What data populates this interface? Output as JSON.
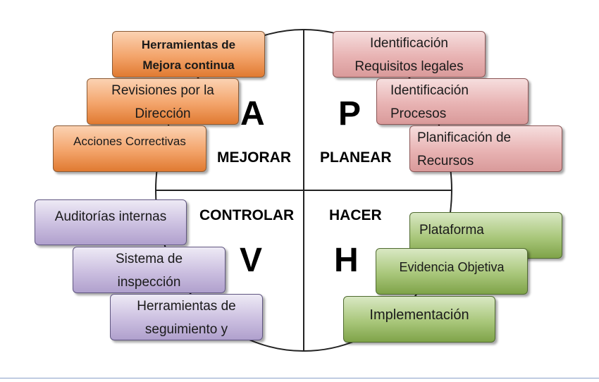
{
  "letters": {
    "act": "A",
    "plan": "P",
    "check": "V",
    "do": "H"
  },
  "quadrants": {
    "act": "MEJORAR",
    "plan": "PLANEAR",
    "check": "CONTROLAR",
    "do": "HACER"
  },
  "act_boxes": [
    {
      "lines": [
        "Herramientas  de",
        "Mejora continua"
      ]
    },
    {
      "lines": [
        "Revisiones  por la",
        "Dirección"
      ]
    },
    {
      "lines": [
        "Acciones Correctivas"
      ]
    }
  ],
  "plan_boxes": [
    {
      "lines": [
        "Identificación",
        "Requisitos legales"
      ]
    },
    {
      "lines": [
        "Identificación",
        "Procesos"
      ]
    },
    {
      "lines": [
        "Planificación de",
        "Recursos"
      ]
    }
  ],
  "check_boxes": [
    {
      "lines": [
        "Auditorías internas"
      ]
    },
    {
      "lines": [
        "Sistema de",
        "inspección"
      ]
    },
    {
      "lines": [
        "Herramientas de",
        "seguimiento y"
      ]
    }
  ],
  "do_boxes": [
    {
      "lines": [
        "Plataforma"
      ]
    },
    {
      "lines": [
        "Evidencia Objetiva"
      ]
    },
    {
      "lines": [
        "Implementación"
      ]
    }
  ],
  "colors": {
    "act": "#f3a46b",
    "plan": "#e8b3b3",
    "check": "#cbbfe0",
    "do": "#a9c77b"
  }
}
